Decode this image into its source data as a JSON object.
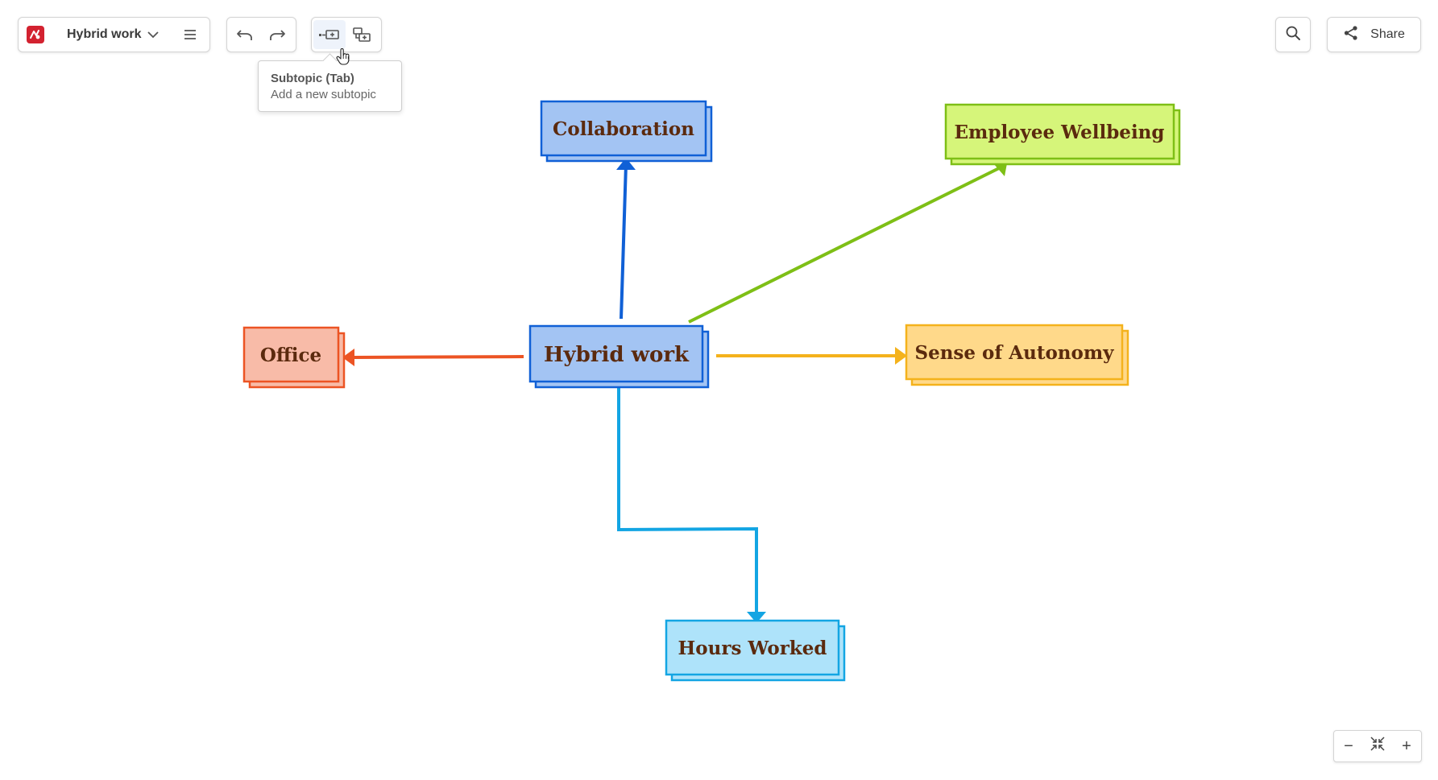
{
  "toolbar": {
    "doc_title": "Hybrid work",
    "share_label": "Share"
  },
  "tooltip": {
    "title": "Subtopic (Tab)",
    "description": "Add a new subtopic"
  },
  "mindmap": {
    "central": {
      "label": "Hybrid work",
      "fill": "#a3c4f3",
      "stroke": "#1060d6"
    },
    "topics": [
      {
        "id": "collaboration",
        "label": "Collaboration",
        "fill": "#a3c4f3",
        "stroke": "#1060d6"
      },
      {
        "id": "employee-wellbeing",
        "label": "Employee Wellbeing",
        "fill": "#d6f57a",
        "stroke": "#7ebf16"
      },
      {
        "id": "office",
        "label": "Office",
        "fill": "#f8bba8",
        "stroke": "#ec5424"
      },
      {
        "id": "sense-of-autonomy",
        "label": "Sense of Autonomy",
        "fill": "#ffd98a",
        "stroke": "#f4b21c"
      },
      {
        "id": "hours-worked",
        "label": "Hours Worked",
        "fill": "#aee3fa",
        "stroke": "#13a5e3"
      }
    ]
  },
  "zoom": {
    "out_label": "−",
    "in_label": "+"
  },
  "icons": {
    "logo": "mindmap-logo-icon",
    "menu": "hamburger-menu-icon",
    "undo": "undo-icon",
    "redo": "redo-icon",
    "subtopic": "add-subtopic-icon",
    "child_topic": "add-child-topic-icon",
    "search": "search-icon",
    "share": "share-icon",
    "fit": "fit-to-screen-icon"
  }
}
